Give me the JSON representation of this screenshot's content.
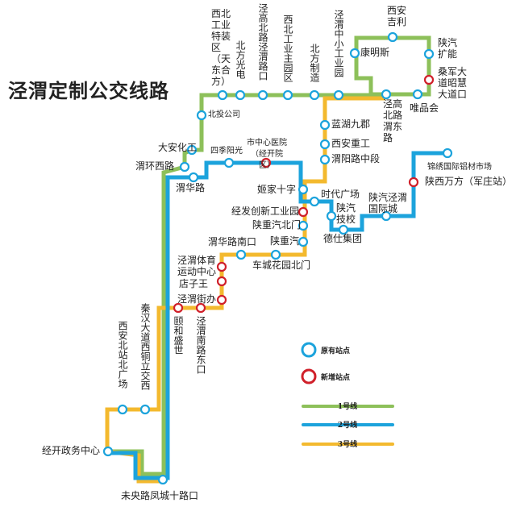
{
  "title": "泾渭定制公交线路",
  "colors": {
    "line1": "#8DC05A",
    "line2": "#1CA3DC",
    "line3": "#F3B92E",
    "original": "#1CA3DC",
    "new": "#D0202A"
  },
  "stations": [
    {
      "name": "西北工业特装区（天东合方）",
      "type": "original"
    },
    {
      "name": "北方光电",
      "type": "original"
    },
    {
      "name": "泾高北路泾渭路口",
      "type": "original"
    },
    {
      "name": "西北工业主园区",
      "type": "original"
    },
    {
      "name": "北方制造",
      "type": "original"
    },
    {
      "name": "泾渭中小工业园",
      "type": "original"
    },
    {
      "name": "西安吉利",
      "type": "original"
    },
    {
      "name": "康明斯",
      "type": "original"
    },
    {
      "name": "陕汽扩能",
      "type": "original"
    },
    {
      "name": "桑军大道昭慧大道口",
      "type": "new"
    },
    {
      "name": "唯品会",
      "type": "original"
    },
    {
      "name": "泾高北路渭东路",
      "type": "original"
    },
    {
      "name": "北投公司",
      "type": "original"
    },
    {
      "name": "蓝湖九郡",
      "type": "original"
    },
    {
      "name": "西安重工",
      "type": "original"
    },
    {
      "name": "渭阳路中段",
      "type": "original"
    },
    {
      "name": "大安化工",
      "type": "original"
    },
    {
      "name": "渭环西路",
      "type": "original"
    },
    {
      "name": "渭华路",
      "type": "original"
    },
    {
      "name": "四季阳光",
      "type": "original"
    },
    {
      "name": "市中心医院（经开院区）",
      "type": "new"
    },
    {
      "name": "姬家十字",
      "type": "original"
    },
    {
      "name": "时代广场",
      "type": "original"
    },
    {
      "name": "陕汽技校",
      "type": "original"
    },
    {
      "name": "德仕集团",
      "type": "original"
    },
    {
      "name": "陕汽泾渭国际城",
      "type": "original"
    },
    {
      "name": "陕西万方（军庄站）",
      "type": "new"
    },
    {
      "name": "锦绣国际铝材市场",
      "type": "original"
    },
    {
      "name": "经发创新工业园",
      "type": "new"
    },
    {
      "name": "陕重汽北门",
      "type": "original"
    },
    {
      "name": "陕重汽",
      "type": "original"
    },
    {
      "name": "车城花园北门",
      "type": "original"
    },
    {
      "name": "渭华路南口",
      "type": "original"
    },
    {
      "name": "泾渭体育运动中心",
      "type": "new"
    },
    {
      "name": "店子王",
      "type": "new"
    },
    {
      "name": "泾渭街办",
      "type": "new"
    },
    {
      "name": "颐和盛世",
      "type": "new"
    },
    {
      "name": "泾渭南路东口",
      "type": "new"
    },
    {
      "name": "西安北站北广场",
      "type": "original"
    },
    {
      "name": "秦汉大道西铜立交西",
      "type": "original"
    },
    {
      "name": "经开政务中心",
      "type": "original"
    },
    {
      "name": "未央路凤城十路口",
      "type": "original"
    }
  ],
  "legend": {
    "original": "原有站点",
    "new": "新增站点",
    "lines": [
      "1号线",
      "2号线",
      "3号线"
    ]
  }
}
